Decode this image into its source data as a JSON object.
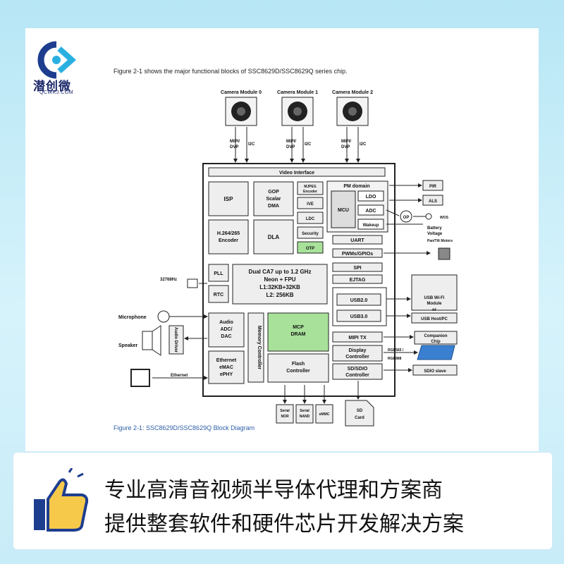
{
  "brand": {
    "name": "潜创微",
    "domain": "QCWKJ.COM"
  },
  "intro_text": "Figure 2-1 shows the major functional blocks of SSC8629D/SSC8629Q series chip.",
  "caption": "Figure 2-1: SSC8629D/SSC8629Q Block Diagram",
  "diagram": {
    "cameras": [
      "Camera Module 0",
      "Camera Module 1",
      "Camera Module 2"
    ],
    "mipi_dvp": [
      "MIPI/",
      "DVP"
    ],
    "i2c": "I2C",
    "video_interface": "Video Interface",
    "isp": "ISP",
    "gop": [
      "GOP",
      "Scalar",
      "DMA"
    ],
    "mjpeg": [
      "MJPEG",
      "Encoder"
    ],
    "ive": "IVE",
    "ldc": "LDC",
    "security": "Security",
    "otp": "OTP",
    "h264": [
      "H.264/265",
      "Encoder"
    ],
    "dla": "DLA",
    "pm_domain": "PM domain",
    "ldo": "LDO",
    "mcu": "MCU",
    "adc": "ADC",
    "wakeup": "Wakeup",
    "uart": "UART",
    "pwms": "PWMs/GPIOs",
    "spi": "SPI",
    "ejtag": "EJTAG",
    "usb2": "USB2.0",
    "usb3": "USB3.0",
    "mipi_tx": "MIPI TX",
    "display": [
      "Display",
      "Controller"
    ],
    "sdsdio": [
      "SD/SDIO",
      "Controller"
    ],
    "pll": "PLL",
    "rtc": "RTC",
    "cpu": [
      "Dual CA7 up to 1.2 GHz",
      "Neon + FPU",
      "L1:32KB+32KB",
      "L2: 256KB"
    ],
    "audio": [
      "Audio",
      "ADC/",
      "DAC"
    ],
    "memory_controller": "Memory Controller",
    "mcp": [
      "MCP",
      "DRAM"
    ],
    "ethernet": [
      "Ethernet",
      "eMAC",
      "ePHY"
    ],
    "flash": [
      "Flash",
      "Controller"
    ],
    "serial_nor": [
      "Serial",
      "NOR"
    ],
    "serial_nand": [
      "Serial",
      "NAND"
    ],
    "emmc": "eMMC",
    "sd_card": [
      "SD",
      "Card"
    ],
    "pir": "PIR",
    "als": "ALS",
    "op": "OP",
    "wos": "WOS",
    "battery": [
      "Battery",
      "Voltage"
    ],
    "pan_tilt": "Pan/Tilt Motors",
    "usb_wifi": [
      "USB Wi-Fi",
      "Module"
    ],
    "or": "or",
    "usb_host": "USB Host/PC",
    "companion": [
      "Companion",
      "Chip"
    ],
    "rgb": [
      "RGB565 /",
      "RGB888"
    ],
    "sdio_slave": "SDIO slave",
    "clock_32k": "32768Hz",
    "microphone": "Microphone",
    "speaker": "Speaker",
    "audio_driver": "Audio Driver",
    "ethernet_label": "Ethernet"
  },
  "banner": {
    "line1": "专业高清音视频半导体代理和方案商",
    "line2": "提供整套软件和硬件芯片开发解决方案"
  },
  "colors": {
    "otp_green": "#a8e29a",
    "mcp_green": "#a8e29a",
    "caption_blue": "#2d5ea8",
    "brand_navy": "#1d2a6b",
    "bg_blue": "#b7e6f5"
  }
}
